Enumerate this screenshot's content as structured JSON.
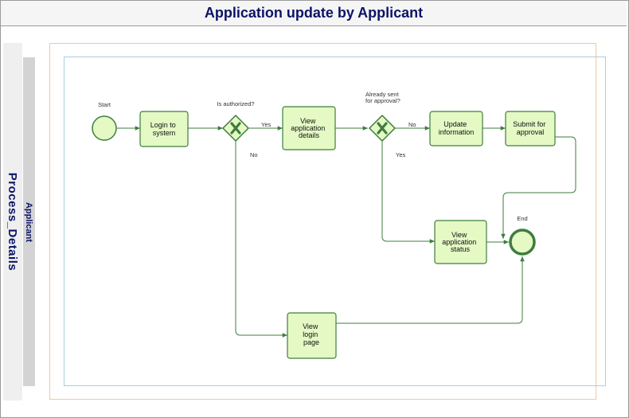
{
  "title": "Application update by Applicant",
  "pool": {
    "label": "Process_Details"
  },
  "lane": {
    "label": "Applicant"
  },
  "events": {
    "start": "Start",
    "end": "End"
  },
  "tasks": {
    "login": [
      "Login to",
      "system"
    ],
    "view_details": [
      "View",
      "application",
      "details"
    ],
    "update_info": [
      "Update",
      "information"
    ],
    "submit": [
      "Submit for",
      "approval"
    ],
    "view_status": [
      "View",
      "application",
      "status"
    ],
    "view_login": [
      "View",
      "login",
      "page"
    ]
  },
  "gateways": {
    "authorized": [
      "Is authorized?"
    ],
    "sent": [
      "Already sent",
      "for approval?"
    ]
  },
  "flows": {
    "auth_yes": "Yes",
    "auth_no": "No",
    "sent_no": "No",
    "sent_yes": "Yes"
  },
  "colors": {
    "task_fill": "#e4f9c4",
    "stroke": "#3e7d3e",
    "title_text": "#0c1467"
  }
}
